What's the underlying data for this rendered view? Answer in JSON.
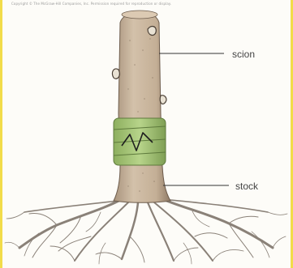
{
  "copyright": "Copyright © The McGraw-Hill Companies, Inc. Permission required for reproduction or display.",
  "labels": {
    "scion": "scion",
    "stock": "stock"
  },
  "colors": {
    "bark": "#c9b59d",
    "bark_shadow": "#8f7a66",
    "graft_wrap": "#9fbf72",
    "roots": "#8a8178",
    "side_bars": "#f2dc4a"
  }
}
